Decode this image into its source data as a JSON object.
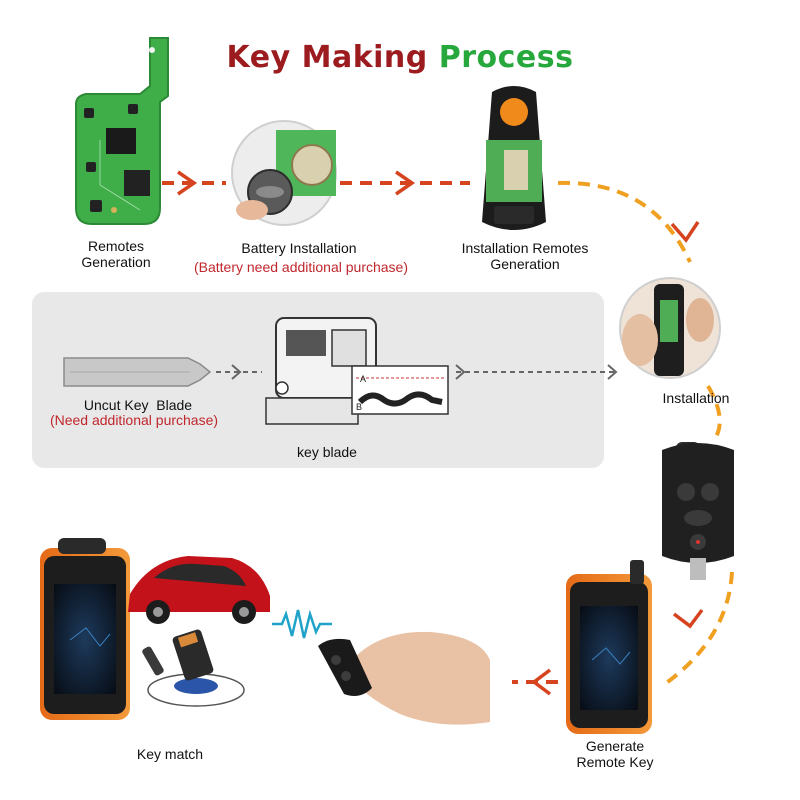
{
  "title": {
    "part1": "Key Making",
    "part2": "Process"
  },
  "steps": {
    "remotes_generation": "Remotes\nGeneration",
    "battery_installation": "Battery Installation",
    "battery_note": "(Battery need additional purchase)",
    "installation_remotes_generation": "Installation Remotes\nGeneration",
    "installation": "Installation",
    "uncut_key_blade": "Uncut Key  Blade",
    "uncut_note": "(Need additional purchase)",
    "key_blade": "key blade",
    "generate_remote_key": "Generate\nRemote Key",
    "key_match": "Key match"
  },
  "blade_labels": {
    "a": "A",
    "b": "B"
  },
  "colors": {
    "title_red": "#9b1b1e",
    "title_green": "#27a83c",
    "arrow_red": "#d6441f",
    "arrow_orange": "#f0a020",
    "note_red": "#c0272d",
    "panel_gray": "#e8e8e8",
    "pcb_green": "#3fae49",
    "car_red": "#c4121a",
    "device_orange": "#e5781f"
  }
}
